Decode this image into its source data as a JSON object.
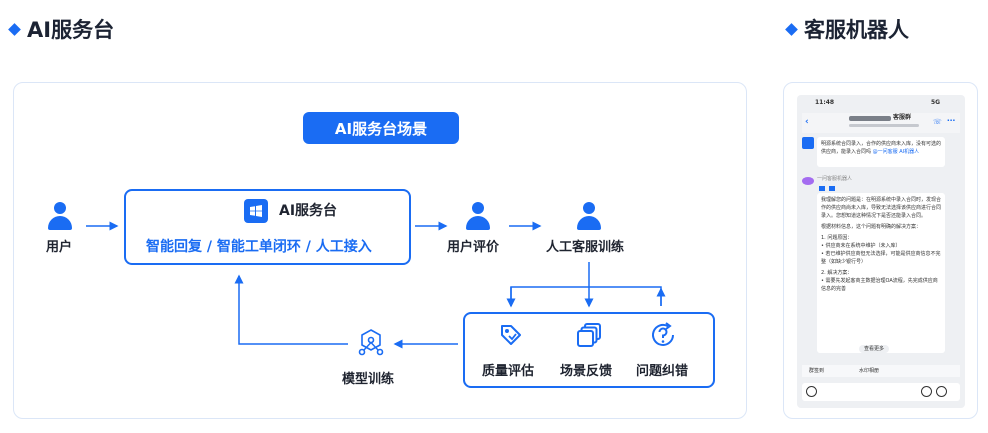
{
  "headings": {
    "left": "AI服务台",
    "right": "客服机器人"
  },
  "diagram": {
    "scene_pill": "AI服务台场景",
    "user": "用户",
    "ai_desk_title": "AI服务台",
    "ai_desk_features": "智能回复 / 智能工单闭环 / 人工接入",
    "user_eval": "用户评价",
    "human_training": "人工客服训练",
    "model_training": "模型训练",
    "quality_eval": "质量评估",
    "scene_feedback": "场景反馈",
    "error_correction": "问题纠错",
    "accent_color": "#1a6cf3"
  },
  "phone": {
    "time": "11:48",
    "network": "5G",
    "chat_title": "客服群",
    "msg_user": "明源系统合同录入，合作的供应商未入库，没有可选的供应商，能录入合同吗",
    "mention": "@一问客服 AI机器人",
    "bot_name": "一问客服机器人",
    "bot_p1": "我理解您的问题是：在明源系统中录入合同时，发现合作的供应商尚未入库，导致无法选择该供应商进行合同录入。您想知道这种情况下是否还能录入合同。",
    "bot_p2": "根据材料信息，这个问题有明确的解决方案：",
    "bot_p3": "1. 问题原因：",
    "bot_p4": "• 供应商未在系统中维护（未入库）",
    "bot_p5": "• 若已维护供应商但无法选择，可能是供应商信息不完整（如缺少银行号）",
    "bot_p6": "2. 解决方案：",
    "bot_p7": "• 需要先发起客商主数据治理OA流程，先完成供应商信息的完善",
    "more": "查看更多",
    "tool1": "群签到",
    "tool2": "水印相册"
  }
}
